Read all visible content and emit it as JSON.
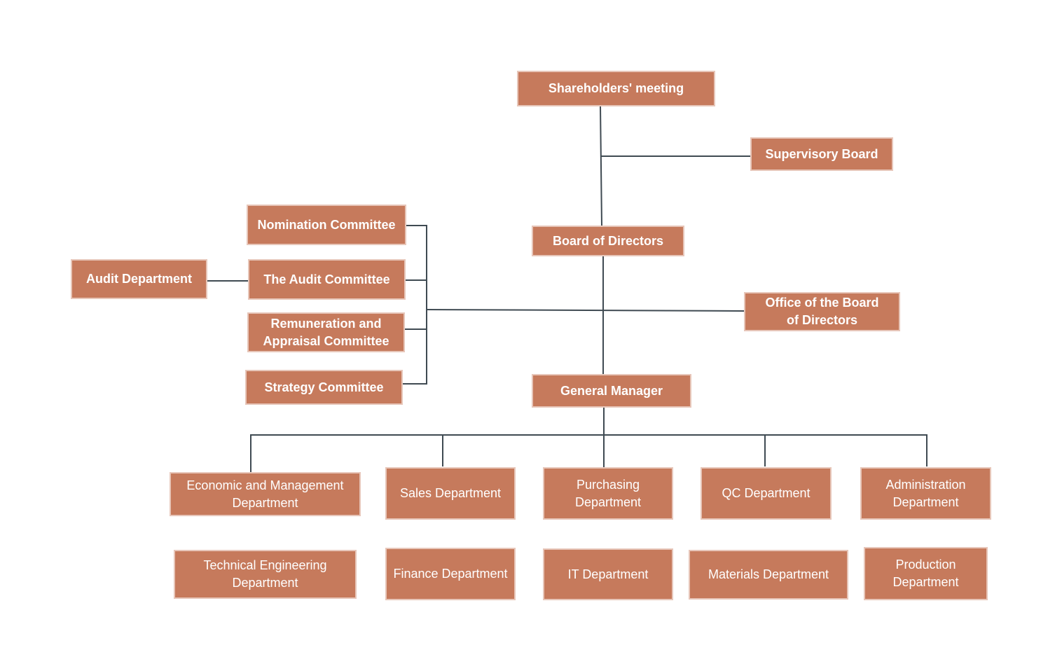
{
  "nodes": {
    "shareholders": "Shareholders' meeting",
    "supervisory": "Supervisory Board",
    "board": "Board of Directors",
    "nomination": "Nomination Committee",
    "audit_committee": "The Audit Committee",
    "audit_department": "Audit Department",
    "remuneration": "Remuneration and\nAppraisal Committee",
    "office_board": "Office of the Board\nof Directors",
    "strategy": "Strategy Committee",
    "general_manager": "General Manager",
    "economic_management": "Economic and Management\nDepartment",
    "sales": "Sales Department",
    "purchasing": "Purchasing\nDepartment",
    "qc": "QC Department",
    "administration": "Administration\nDepartment",
    "technical_engineering": "Technical Engineering\nDepartment",
    "finance": "Finance Department",
    "it": "IT Department",
    "materials": "Materials Department",
    "production": "Production\nDepartment"
  },
  "colors": {
    "box_fill": "#c67a5c",
    "box_border": "#e7c6b9",
    "box_text": "#ffffff",
    "connector": "#3f4a52"
  }
}
